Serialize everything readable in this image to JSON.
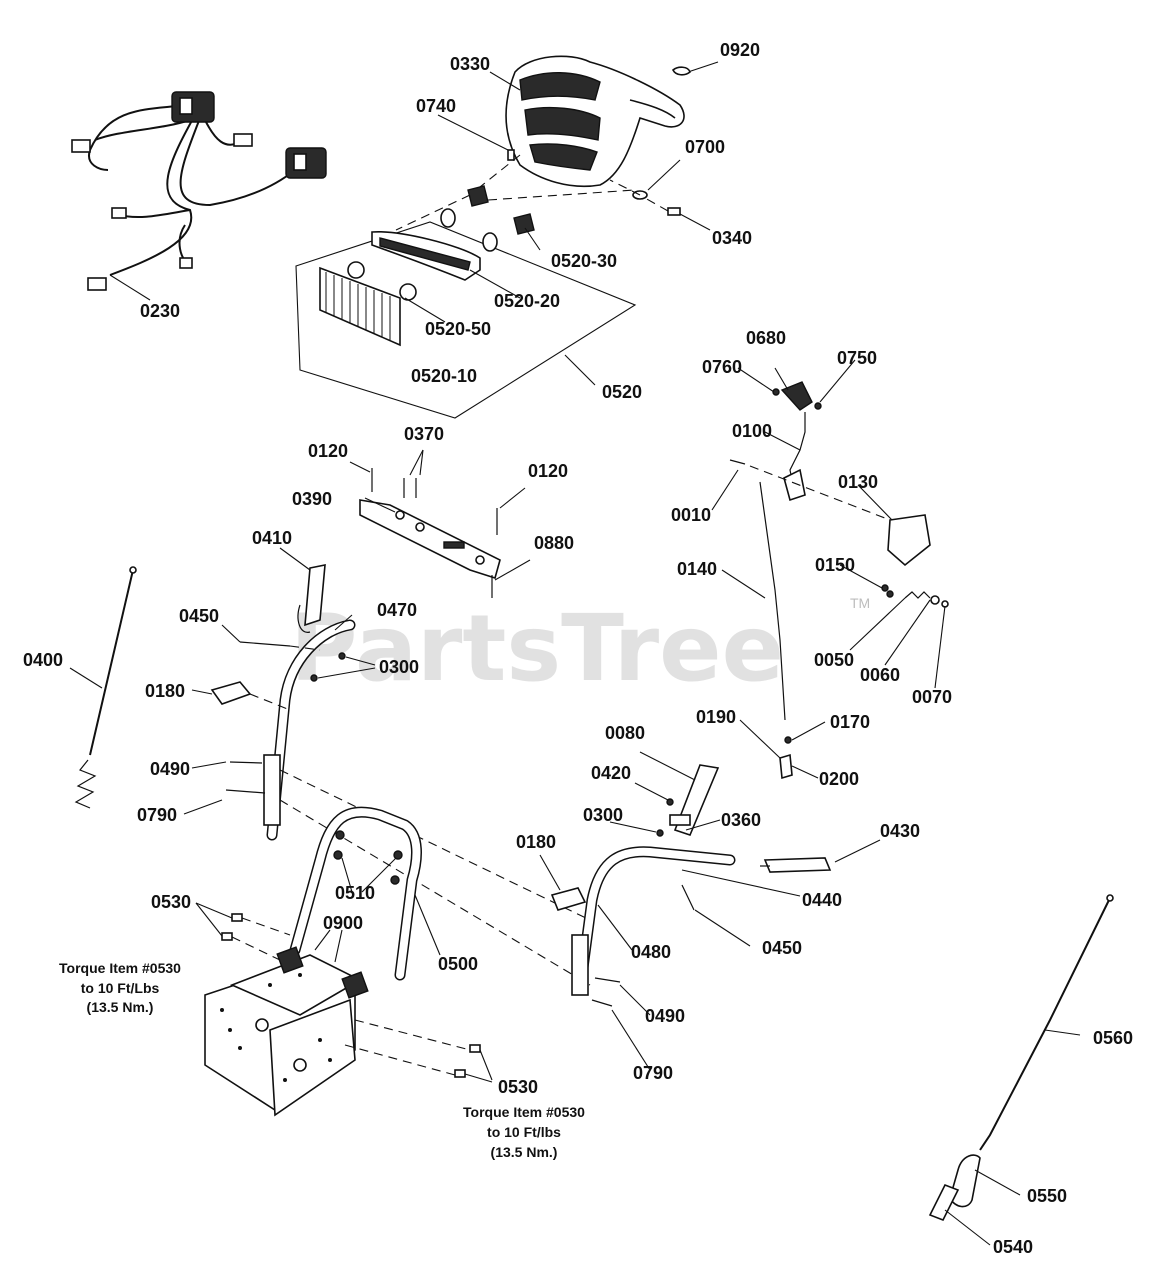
{
  "watermark": {
    "text": "PartsTree",
    "tm": "TM"
  },
  "labels": {
    "p0920": "0920",
    "p0330": "0330",
    "p0740": "0740",
    "p0700": "0700",
    "p0340": "0340",
    "p0230": "0230",
    "p0520_30": "0520-30",
    "p0520_20": "0520-20",
    "p0520_50": "0520-50",
    "p0520_10": "0520-10",
    "p0520": "0520",
    "p0680": "0680",
    "p0760": "0760",
    "p0750": "0750",
    "p0100": "0100",
    "p0120a": "0120",
    "p0370": "0370",
    "p0120b": "0120",
    "p0390": "0390",
    "p0010": "0010",
    "p0130": "0130",
    "p0880": "0880",
    "p0410": "0410",
    "p0140": "0140",
    "p0150": "0150",
    "p0450a": "0450",
    "p0470": "0470",
    "p0400": "0400",
    "p0300a": "0300",
    "p0050": "0050",
    "p0060": "0060",
    "p0180a": "0180",
    "p0070": "0070",
    "p0190": "0190",
    "p0170": "0170",
    "p0080": "0080",
    "p0490a": "0490",
    "p0200": "0200",
    "p0420": "0420",
    "p0790a": "0790",
    "p0300b": "0300",
    "p0360": "0360",
    "p0430": "0430",
    "p0180b": "0180",
    "p0510": "0510",
    "p0440": "0440",
    "p0530a": "0530",
    "p0900": "0900",
    "p0450b": "0450",
    "p0480": "0480",
    "p0500": "0500",
    "p0560": "0560",
    "p0490b": "0490",
    "p0790b": "0790",
    "p0530b": "0530",
    "p0550": "0550",
    "p0540": "0540"
  },
  "notes": {
    "left": {
      "line1": "Torque Item #0530",
      "line2": "to 10 Ft/Lbs",
      "line3": "(13.5 Nm.)"
    },
    "bottom": {
      "line1": "Torque Item #0530",
      "line2": "to 10 Ft/lbs",
      "line3": "(13.5 Nm.)"
    }
  }
}
